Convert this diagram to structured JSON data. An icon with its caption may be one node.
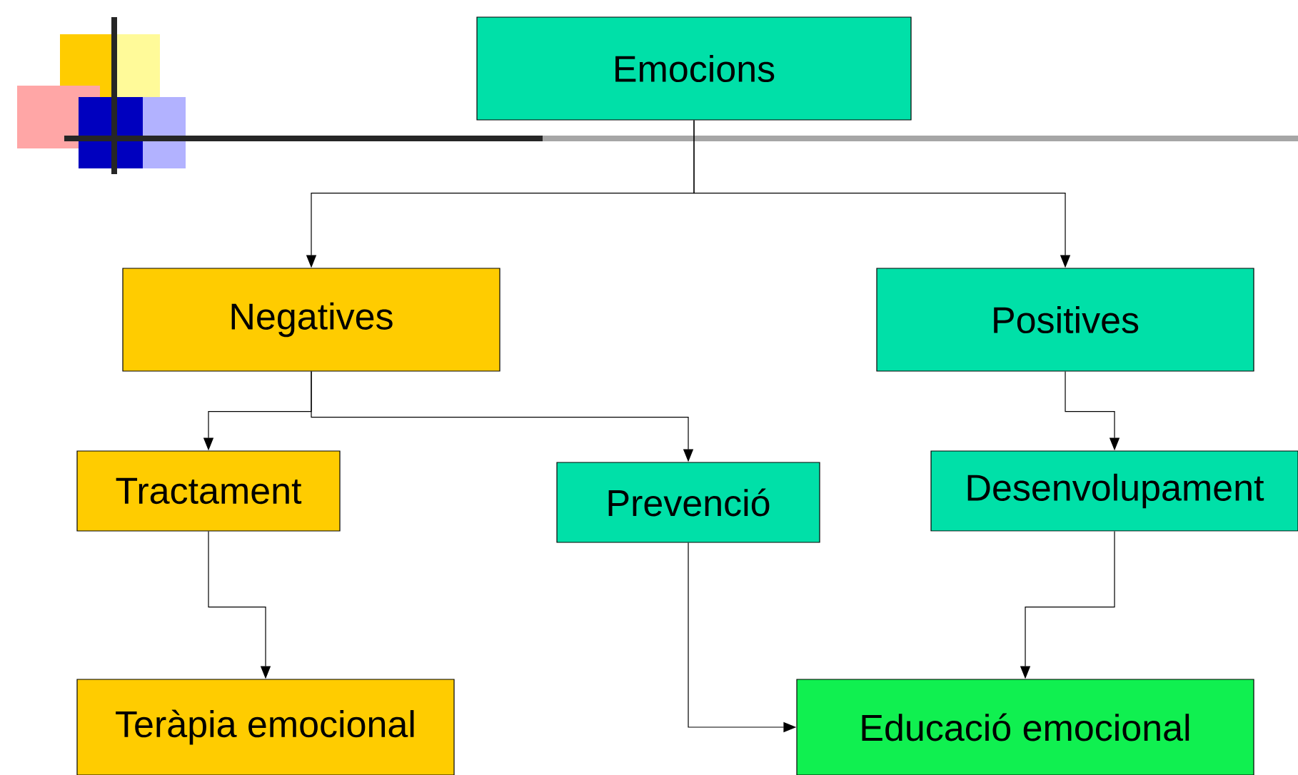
{
  "diagram": {
    "nodes": [
      {
        "text": [
          "Emocions"
        ]
      },
      {
        "text": [
          "Negatives"
        ]
      },
      {
        "text": [
          "Positives"
        ]
      },
      {
        "text": [
          "Tractament"
        ]
      },
      {
        "text": [
          "Prevenció"
        ]
      },
      {
        "text": [
          "Desenvolupament"
        ]
      },
      {
        "text": [
          "Teràpia emocional"
        ]
      },
      {
        "text": [
          "Educació emocional"
        ]
      }
    ],
    "edges": [
      {
        "from": 0,
        "to": 1,
        "arrow": "to"
      },
      {
        "from": 0,
        "to": 2,
        "arrow": "to"
      },
      {
        "from": 1,
        "to": 3,
        "arrow": "to"
      },
      {
        "from": 1,
        "to": 4,
        "arrow": "to"
      },
      {
        "from": 2,
        "to": 5,
        "arrow": "to"
      },
      {
        "from": 3,
        "to": 6,
        "arrow": "to"
      },
      {
        "from": 4,
        "to": 7,
        "arrow": "to"
      },
      {
        "from": 5,
        "to": 7,
        "arrow": "to"
      }
    ]
  }
}
